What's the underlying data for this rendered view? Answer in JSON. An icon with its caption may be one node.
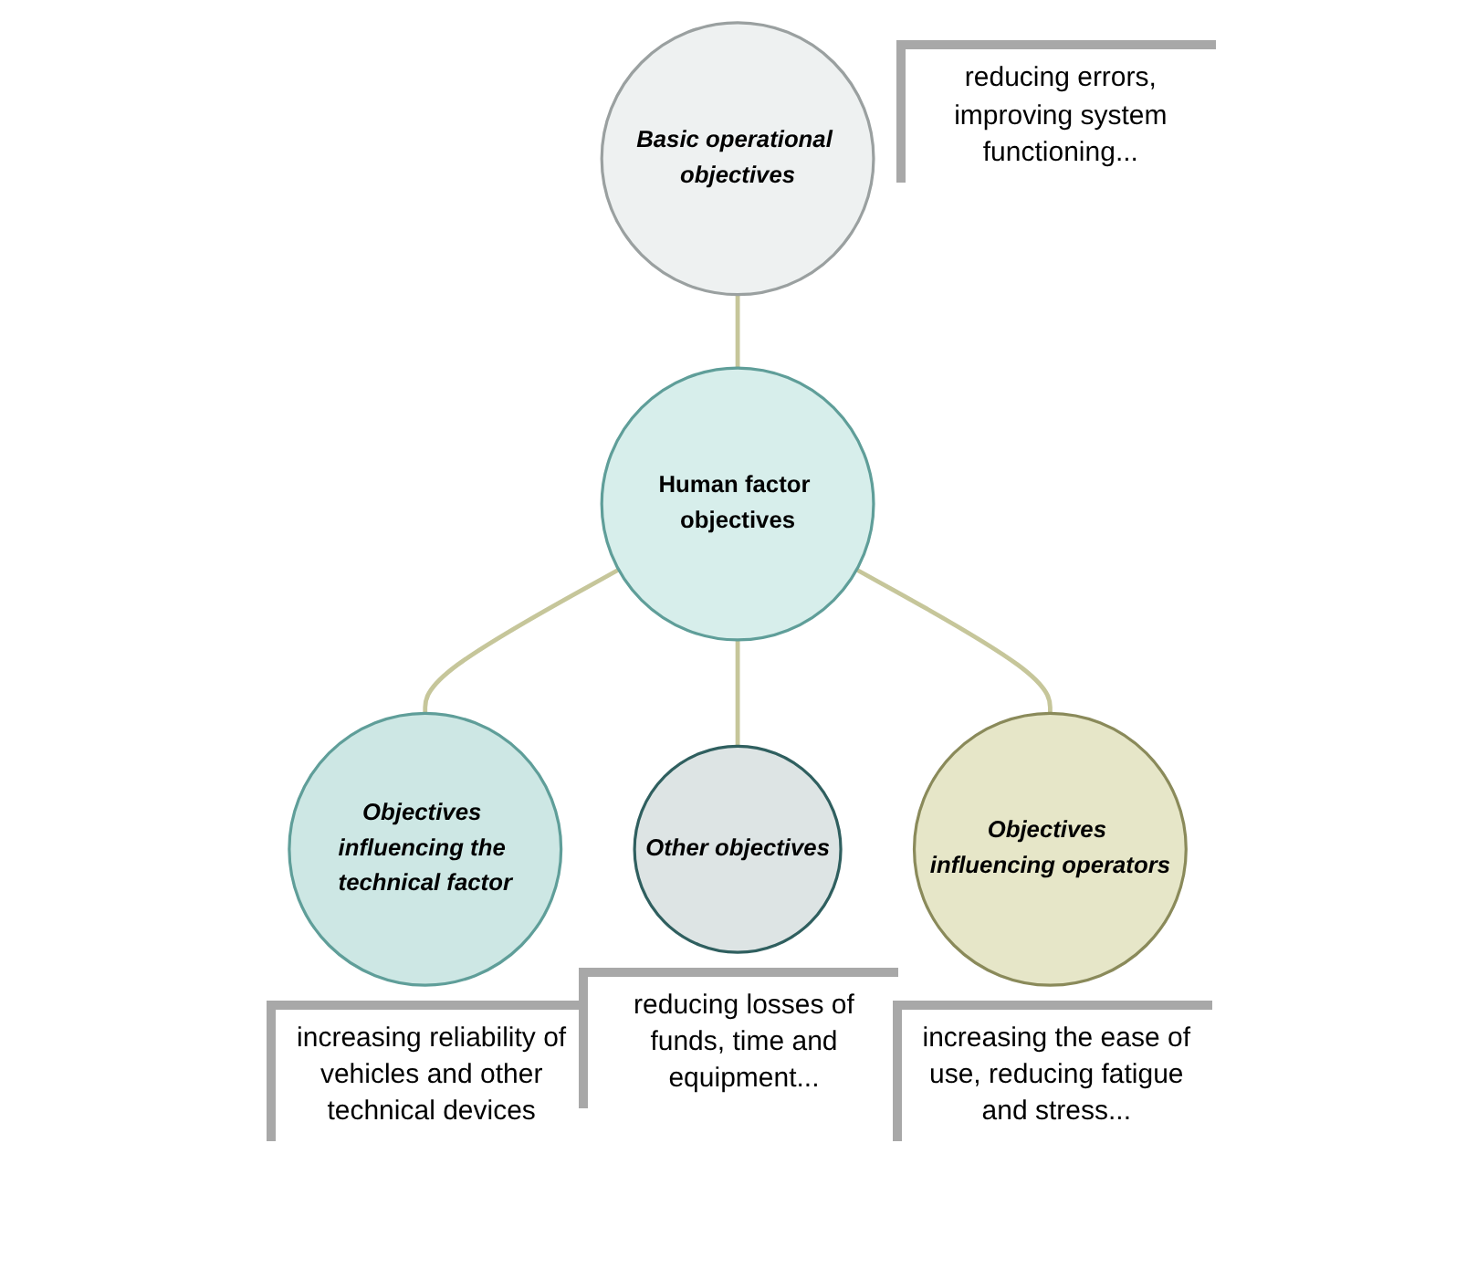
{
  "diagram": {
    "nodes": [
      {
        "text": [
          "Human factor objectives"
        ]
      },
      {
        "text": [
          "Basic operational objectives"
        ],
        "beside": [
          "reducing errors, improving system functioning..."
        ]
      },
      {
        "text": [
          "Objectives influencing the technical factor"
        ],
        "beside": [
          "increasing reliability of vehicles and other technical devices"
        ]
      },
      {
        "text": [
          "Other objectives"
        ],
        "beside": [
          "reducing losses of funds, time and equipment..."
        ]
      },
      {
        "text": [
          "Objectives influencing operators"
        ],
        "beside": [
          "increasing the ease of use, reducing fatigue and stress..."
        ]
      }
    ],
    "edges": [
      {
        "from": 1,
        "to": 0,
        "arrow": "none"
      },
      {
        "from": 0,
        "to": 2,
        "arrow": "none"
      },
      {
        "from": 0,
        "to": 3,
        "arrow": "none"
      },
      {
        "from": 0,
        "to": 4,
        "arrow": "none"
      }
    ]
  }
}
